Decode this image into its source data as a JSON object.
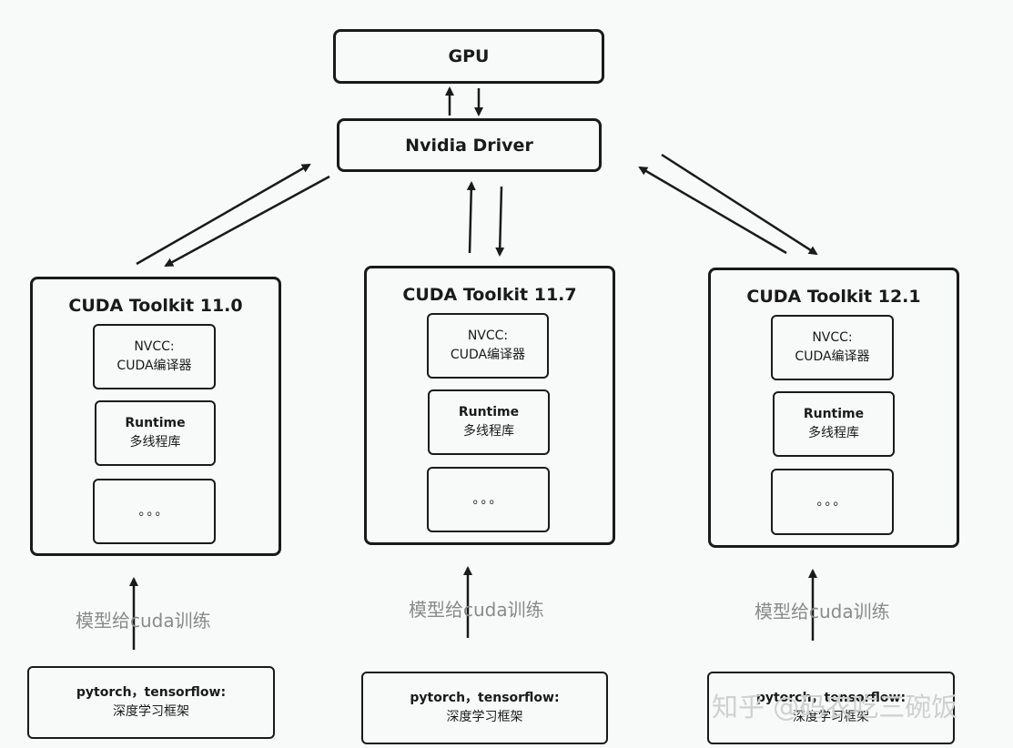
{
  "gpu": {
    "label": "GPU"
  },
  "driver": {
    "label": "Nvidia Driver"
  },
  "toolkits": [
    {
      "title": "CUDA Toolkit 11.0",
      "nvcc_line1": "NVCC:",
      "nvcc_line2": "CUDA编译器",
      "runtime_line1": "Runtime",
      "runtime_line2": "多线程库",
      "more": "。。。"
    },
    {
      "title": "CUDA Toolkit 11.7",
      "nvcc_line1": "NVCC:",
      "nvcc_line2": "CUDA编译器",
      "runtime_line1": "Runtime",
      "runtime_line2": "多线程库",
      "more": "。。。"
    },
    {
      "title": "CUDA Toolkit 12.1",
      "nvcc_line1": "NVCC:",
      "nvcc_line2": "CUDA编译器",
      "runtime_line1": "Runtime",
      "runtime_line2": "多线程库",
      "more": "。。。"
    }
  ],
  "edge_label": "模型给cuda训练",
  "frameworks": [
    {
      "line1": "pytorch，tensorflow:",
      "line2": "深度学习框架"
    },
    {
      "line1": "pytorch，tensorflow:",
      "line2": "深度学习框架"
    },
    {
      "line1": "pytorch，tensorflow:",
      "line2": "深度学习框架"
    }
  ],
  "watermark": "知乎 @码农吃三碗饭"
}
